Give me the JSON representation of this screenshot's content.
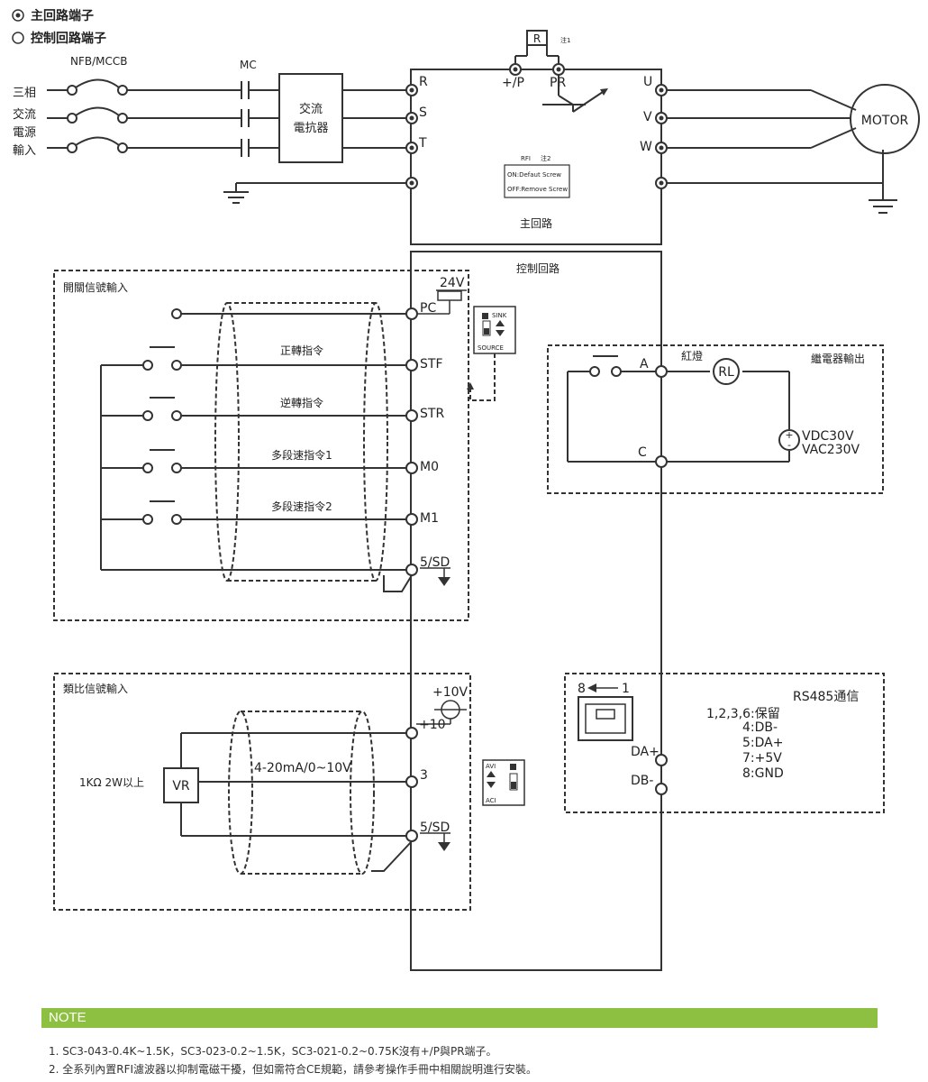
{
  "legend": {
    "main_terminal": "主回路端子",
    "control_terminal": "控制回路端子"
  },
  "power_input": {
    "breaker_label": "NFB/MCCB",
    "contactor_label": "MC",
    "input_label_lines": [
      "三相",
      "交流",
      "電源",
      "輸入"
    ],
    "reactor_label_lines": [
      "交流",
      "電抗器"
    ]
  },
  "main_circuit": {
    "title": "主回路",
    "input_terminals": [
      "R",
      "S",
      "T"
    ],
    "output_terminals": [
      "U",
      "V",
      "W"
    ],
    "brake_terminals": [
      "+/P",
      "PR"
    ],
    "resistor_label": "R",
    "resistor_note": "注1",
    "rfi_label": "RFI",
    "rfi_note": "注2",
    "rfi_on": "ON:Defaut Screw",
    "rfi_off": "OFF:Remove Screw",
    "motor_label": "MOTOR"
  },
  "control_circuit": {
    "title": "控制回路",
    "supply_label": "24V",
    "switch_input": {
      "title": "開關信號輸入",
      "terminals": [
        "PC",
        "STF",
        "STR",
        "M0",
        "M1",
        "5/SD"
      ],
      "commands": [
        "正轉指令",
        "逆轉指令",
        "多段速指令1",
        "多段速指令2"
      ]
    },
    "sink_source": {
      "top": "SINK",
      "bottom": "SOURCE"
    },
    "analog_input": {
      "title": "類比信號輸入",
      "supply_label": "+10V",
      "terminals": [
        "+10",
        "3",
        "5/SD"
      ],
      "signal_label": "4-20mA/0~10V",
      "vr_label": "VR",
      "vr_spec": "1KΩ  2W以上",
      "switch_top": "AVI",
      "switch_bottom": "ACI"
    },
    "relay_output": {
      "title": "繼電器輸出",
      "terminals": [
        "A",
        "C"
      ],
      "lamp_label": "紅燈",
      "relay_label": "RL",
      "voltage_lines": [
        "VDC30V",
        "VAC230V"
      ]
    },
    "rs485": {
      "title": "RS485通信",
      "pin_arrow_left": "8",
      "pin_arrow_right": "1",
      "terminals": [
        "DA+",
        "DB-"
      ],
      "pins": [
        "1,2,3,6:保留",
        "4:DB-",
        "5:DA+",
        "7:+5V",
        "8:GND"
      ]
    }
  },
  "note": {
    "title": "NOTE",
    "lines": [
      "1. SC3-043-0.4K~1.5K，SC3-023-0.2~1.5K，SC3-021-0.2~0.75K沒有+/P與PR端子。",
      "2. 全系列內置RFI濾波器以抑制電磁干擾，但如需符合CE規範，請參考操作手冊中相關說明進行安裝。"
    ]
  }
}
